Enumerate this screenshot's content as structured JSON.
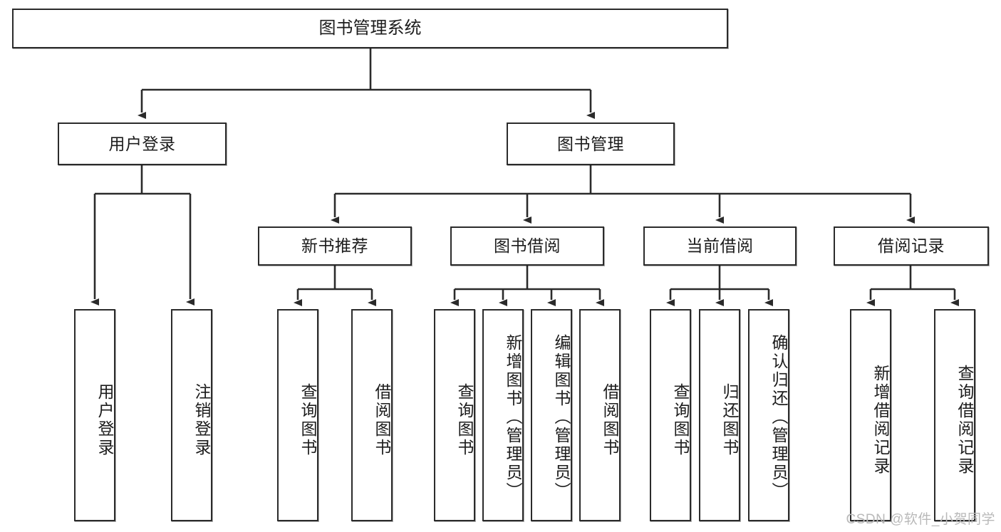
{
  "diagram": {
    "title": "图书管理系统",
    "levels": {
      "root": {
        "label": "图书管理系统"
      },
      "level2": [
        {
          "id": "user-login",
          "label": "用户登录"
        },
        {
          "id": "book-manage",
          "label": "图书管理"
        }
      ],
      "level3": [
        {
          "id": "new-book-recommend",
          "label": "新书推荐"
        },
        {
          "id": "book-borrow",
          "label": "图书借阅"
        },
        {
          "id": "current-borrow",
          "label": "当前借阅"
        },
        {
          "id": "borrow-record",
          "label": "借阅记录"
        }
      ],
      "leaves": {
        "user_login": [
          {
            "id": "leaf-user-login",
            "label": "用户登录"
          },
          {
            "id": "leaf-logout",
            "label": "注销登录"
          }
        ],
        "new_book_recommend": [
          {
            "id": "leaf-query-book-1",
            "label": "查询图书"
          },
          {
            "id": "leaf-borrow-book-1",
            "label": "借阅图书"
          }
        ],
        "book_borrow": [
          {
            "id": "leaf-query-book-2",
            "label": "查询图书"
          },
          {
            "id": "leaf-add-book",
            "label": "新增图书（管理员）"
          },
          {
            "id": "leaf-edit-book",
            "label": "编辑图书（管理员）"
          },
          {
            "id": "leaf-borrow-book-2",
            "label": "借阅图书"
          }
        ],
        "current_borrow": [
          {
            "id": "leaf-query-book-3",
            "label": "查询图书"
          },
          {
            "id": "leaf-return-book",
            "label": "归还图书"
          },
          {
            "id": "leaf-confirm-return",
            "label": "确认归还（管理员）"
          }
        ],
        "borrow_record": [
          {
            "id": "leaf-add-record",
            "label": "新增借阅记录"
          },
          {
            "id": "leaf-query-record",
            "label": "查询借阅记录"
          }
        ]
      }
    },
    "colors": {
      "box_border": "#2b2b2b",
      "box_fill": "#ffffff",
      "edge": "#2b2b2b",
      "text": "#1c1c1c",
      "watermark": "#b9b9b9"
    }
  },
  "watermark": {
    "text": "CSDN @软件_小贺同学"
  }
}
